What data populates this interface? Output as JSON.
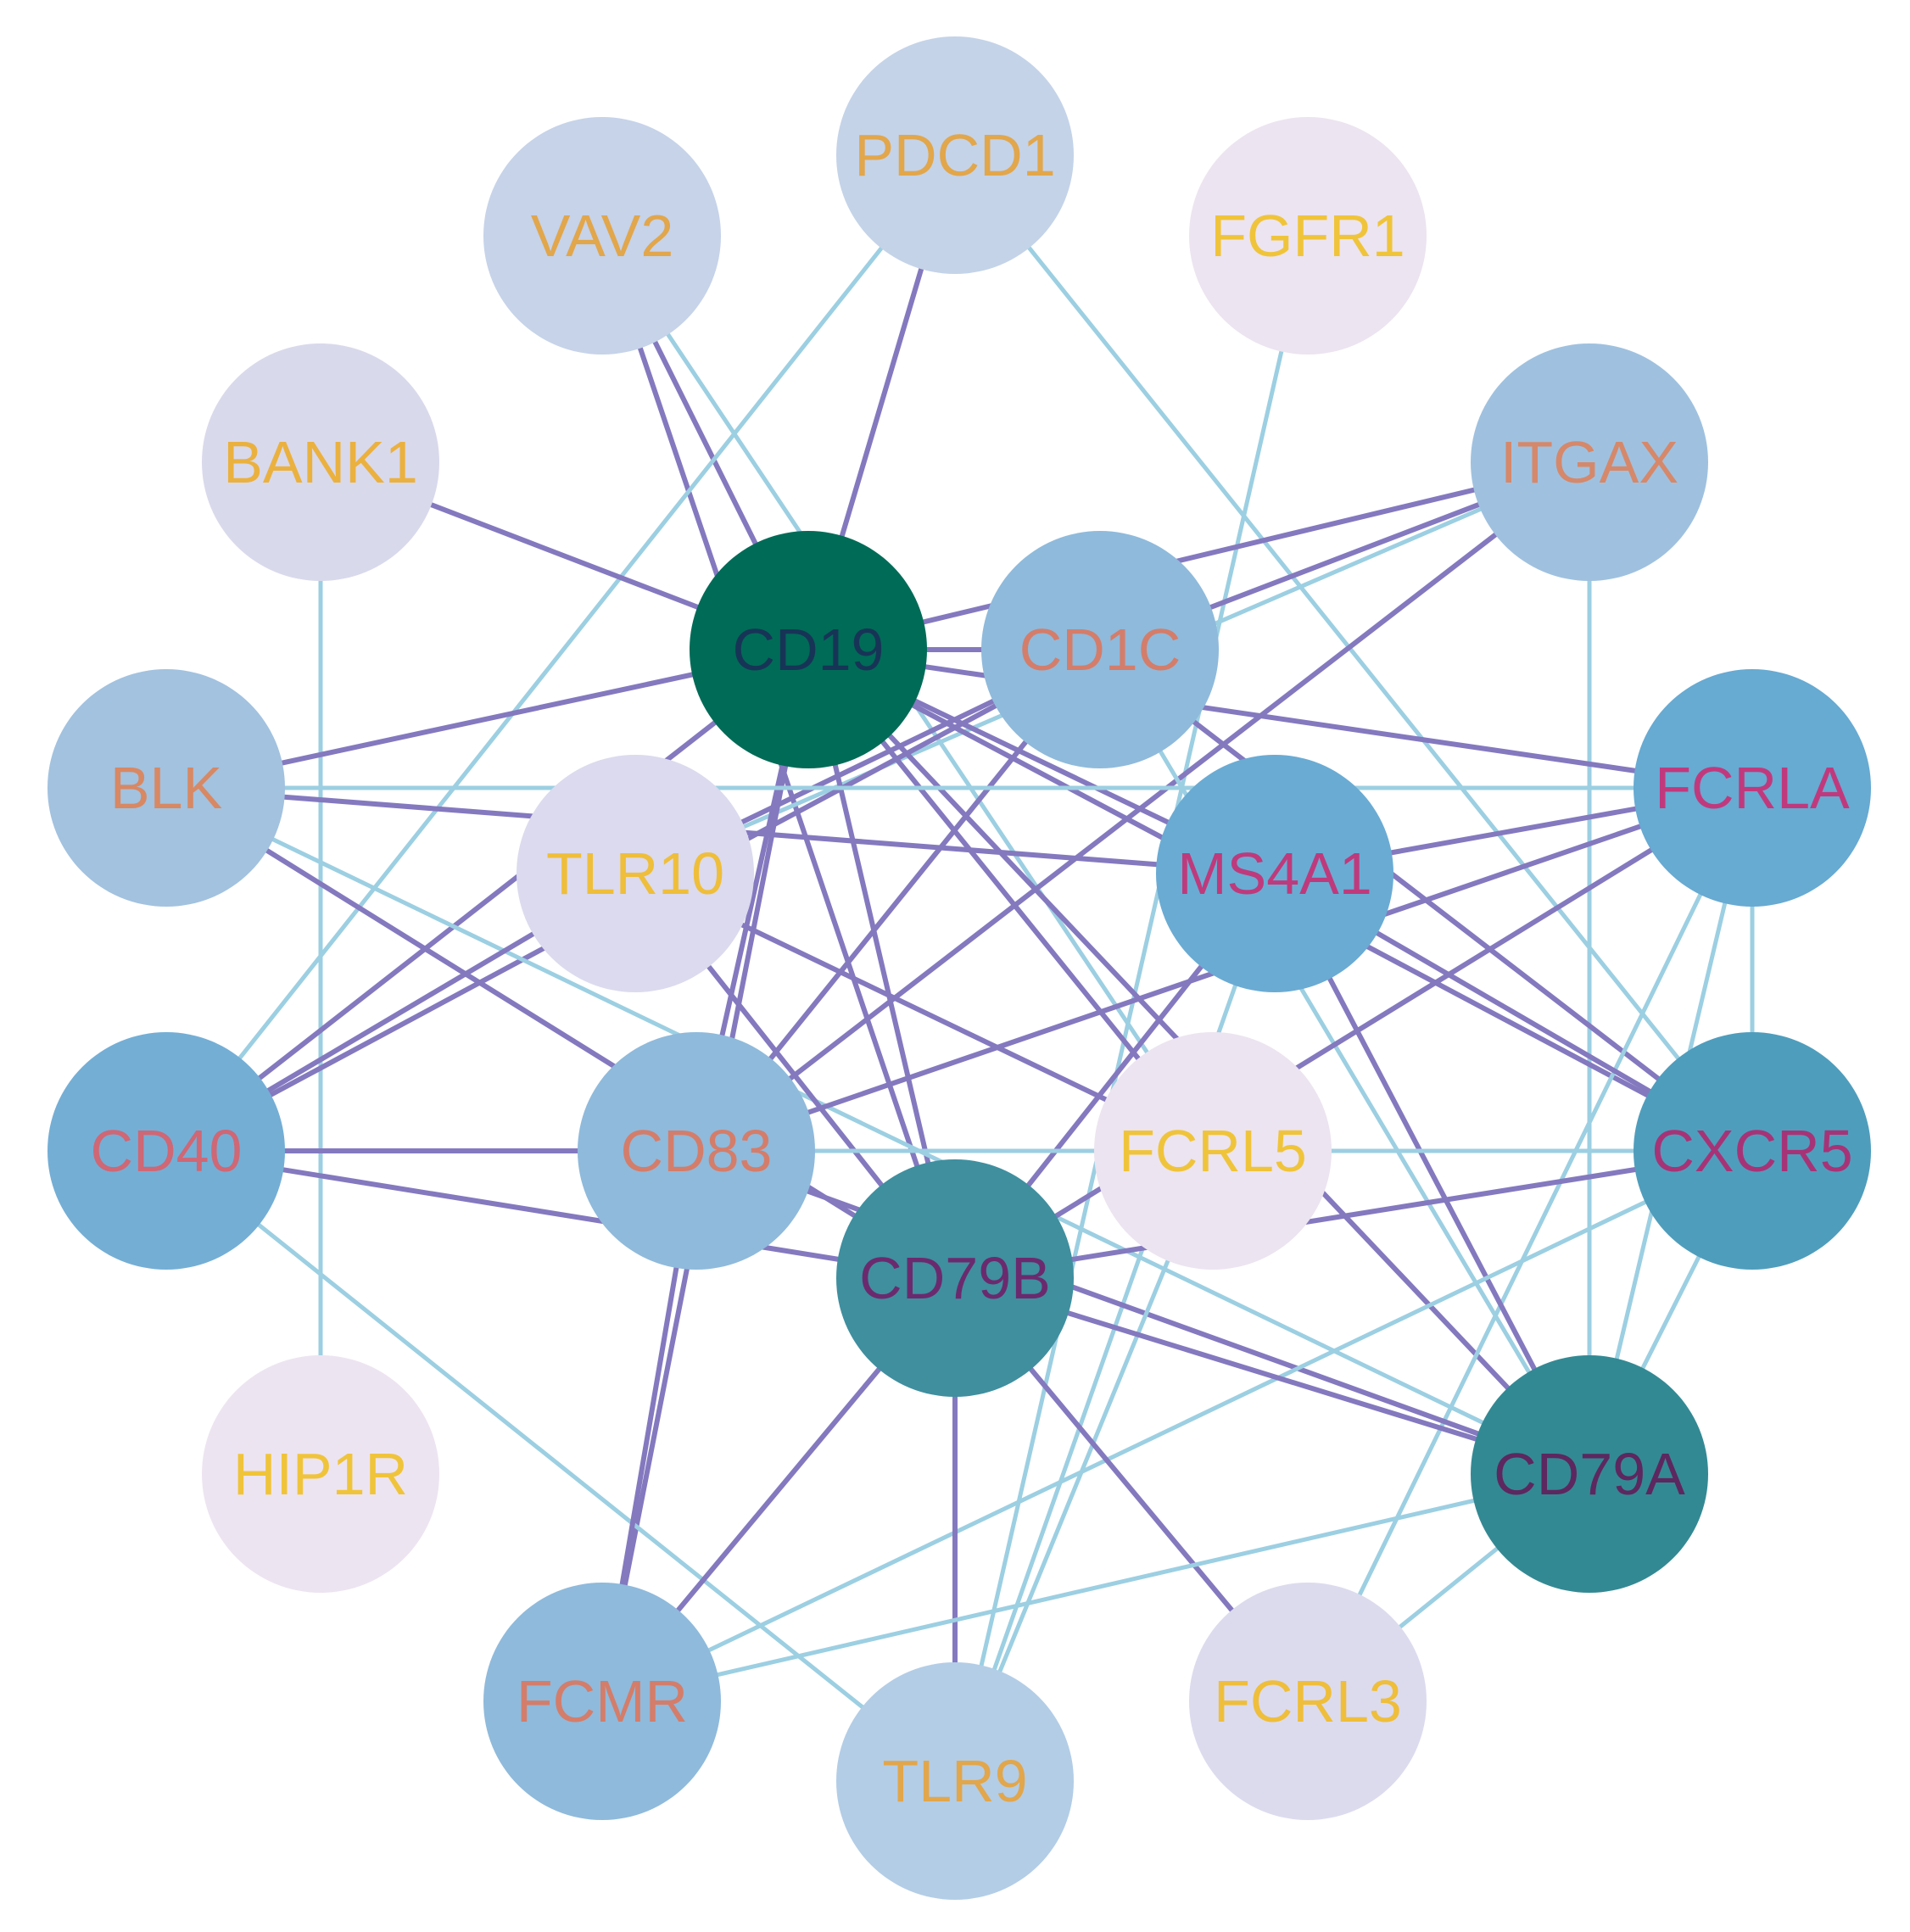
{
  "colors": {
    "edge_purple": "#8479bf",
    "edge_light": "#9ccfe2",
    "background": "#ffffff"
  },
  "nodes": [
    {
      "id": "PDCD1",
      "label": "PDCD1",
      "fill": "#c4d3e8",
      "text_color": "#e2a64b"
    },
    {
      "id": "VAV2",
      "label": "VAV2",
      "fill": "#c6d3e9",
      "text_color": "#e2a64b"
    },
    {
      "id": "FGFR1",
      "label": "FGFR1",
      "fill": "#ece4f0",
      "text_color": "#f0c43a"
    },
    {
      "id": "BANK1",
      "label": "BANK1",
      "fill": "#d9d9ec",
      "text_color": "#ebb13f"
    },
    {
      "id": "ITGAX",
      "label": "ITGAX",
      "fill": "#9fc1df",
      "text_color": "#d6886a"
    },
    {
      "id": "CD19",
      "label": "CD19",
      "fill": "#006b57",
      "text_color": "#173457"
    },
    {
      "id": "CD1C",
      "label": "CD1C",
      "fill": "#8fbadb",
      "text_color": "#d47d6a"
    },
    {
      "id": "BLK",
      "label": "BLK",
      "fill": "#a2c2df",
      "text_color": "#d88863"
    },
    {
      "id": "FCRLA",
      "label": "FCRLA",
      "fill": "#67aad2",
      "text_color": "#c1397d"
    },
    {
      "id": "TLR10",
      "label": "TLR10",
      "fill": "#dbdaee",
      "text_color": "#efbe3a"
    },
    {
      "id": "MS4A1",
      "label": "MS4A1",
      "fill": "#6aabd3",
      "text_color": "#be3a7c"
    },
    {
      "id": "CD40",
      "label": "CD40",
      "fill": "#74aed5",
      "text_color": "#cf6775"
    },
    {
      "id": "CD83",
      "label": "CD83",
      "fill": "#8fbadb",
      "text_color": "#d47d6a"
    },
    {
      "id": "FCRL5",
      "label": "FCRL5",
      "fill": "#ece4f0",
      "text_color": "#f0c43a"
    },
    {
      "id": "CXCR5",
      "label": "CXCR5",
      "fill": "#4f9dbc",
      "text_color": "#a73377"
    },
    {
      "id": "CD79B",
      "label": "CD79B",
      "fill": "#3f8f9f",
      "text_color": "#6c2a6e"
    },
    {
      "id": "HIP1R",
      "label": "HIP1R",
      "fill": "#ede4f1",
      "text_color": "#f0c43a"
    },
    {
      "id": "CD79A",
      "label": "CD79A",
      "fill": "#338993",
      "text_color": "#5d275f"
    },
    {
      "id": "FCMR",
      "label": "FCMR",
      "fill": "#8fbadb",
      "text_color": "#d47d6a"
    },
    {
      "id": "FCRL3",
      "label": "FCRL3",
      "fill": "#dcdbee",
      "text_color": "#efbe3a"
    },
    {
      "id": "TLR9",
      "label": "TLR9",
      "fill": "#b3cde6",
      "text_color": "#e2a64b"
    }
  ],
  "edges": [
    [
      "VAV2",
      "CD19",
      "purple"
    ],
    [
      "VAV2",
      "CD79B",
      "purple"
    ],
    [
      "VAV2",
      "FCRL5",
      "light"
    ],
    [
      "PDCD1",
      "CD19",
      "purple"
    ],
    [
      "PDCD1",
      "CD40",
      "light"
    ],
    [
      "PDCD1",
      "CXCR5",
      "light"
    ],
    [
      "FGFR1",
      "TLR9",
      "light"
    ],
    [
      "BANK1",
      "CD19",
      "purple"
    ],
    [
      "BANK1",
      "HIP1R",
      "light"
    ],
    [
      "ITGAX",
      "CD19",
      "purple"
    ],
    [
      "ITGAX",
      "CD1C",
      "purple"
    ],
    [
      "ITGAX",
      "CD83",
      "purple"
    ],
    [
      "ITGAX",
      "CD79A",
      "light"
    ],
    [
      "ITGAX",
      "TLR10",
      "light"
    ],
    [
      "CD19",
      "BLK",
      "purple"
    ],
    [
      "CD19",
      "CD40",
      "purple"
    ],
    [
      "CD19",
      "CD83",
      "purple"
    ],
    [
      "CD19",
      "CD79B",
      "purple"
    ],
    [
      "CD19",
      "CD79A",
      "purple"
    ],
    [
      "CD19",
      "MS4A1",
      "purple"
    ],
    [
      "CD19",
      "FCRLA",
      "purple"
    ],
    [
      "CD19",
      "CXCR5",
      "purple"
    ],
    [
      "CD19",
      "FCMR",
      "purple"
    ],
    [
      "CD19",
      "FCRL5",
      "purple"
    ],
    [
      "CD19",
      "CD1C",
      "purple"
    ],
    [
      "CD1C",
      "CD40",
      "purple"
    ],
    [
      "CD1C",
      "CD83",
      "purple"
    ],
    [
      "CD1C",
      "CXCR5",
      "purple"
    ],
    [
      "CD1C",
      "TLR10",
      "purple"
    ],
    [
      "CD1C",
      "CD79A",
      "light"
    ],
    [
      "BLK",
      "FCRLA",
      "light"
    ],
    [
      "BLK",
      "MS4A1",
      "purple"
    ],
    [
      "BLK",
      "CD79B",
      "purple"
    ],
    [
      "BLK",
      "CD79A",
      "light"
    ],
    [
      "FCRLA",
      "MS4A1",
      "purple"
    ],
    [
      "FCRLA",
      "CD83",
      "purple"
    ],
    [
      "FCRLA",
      "CD79A",
      "light"
    ],
    [
      "FCRLA",
      "CXCR5",
      "light"
    ],
    [
      "FCRLA",
      "CD79B",
      "purple"
    ],
    [
      "FCRLA",
      "FCRL3",
      "light"
    ],
    [
      "TLR10",
      "CD79B",
      "purple"
    ],
    [
      "TLR10",
      "FCRL5",
      "purple"
    ],
    [
      "TLR10",
      "CD40",
      "purple"
    ],
    [
      "MS4A1",
      "CD79A",
      "purple"
    ],
    [
      "MS4A1",
      "CXCR5",
      "purple"
    ],
    [
      "MS4A1",
      "CD79B",
      "purple"
    ],
    [
      "MS4A1",
      "TLR9",
      "light"
    ],
    [
      "CD40",
      "CD83",
      "purple"
    ],
    [
      "CD40",
      "CD79B",
      "purple"
    ],
    [
      "CD40",
      "TLR9",
      "light"
    ],
    [
      "CD83",
      "CD79A",
      "purple"
    ],
    [
      "CD83",
      "CXCR5",
      "light"
    ],
    [
      "CD83",
      "FCMR",
      "purple"
    ],
    [
      "FCRL5",
      "CXCR5",
      "light"
    ],
    [
      "FCRL5",
      "TLR9",
      "light"
    ],
    [
      "CXCR5",
      "CD79A",
      "light"
    ],
    [
      "CXCR5",
      "CD79B",
      "purple"
    ],
    [
      "CXCR5",
      "FCMR",
      "light"
    ],
    [
      "CD79B",
      "CD79A",
      "purple"
    ],
    [
      "CD79B",
      "FCMR",
      "purple"
    ],
    [
      "CD79B",
      "TLR9",
      "purple"
    ],
    [
      "CD79B",
      "FCRL3",
      "purple"
    ],
    [
      "CD79A",
      "FCMR",
      "light"
    ],
    [
      "CD79A",
      "FCRL3",
      "light"
    ]
  ]
}
